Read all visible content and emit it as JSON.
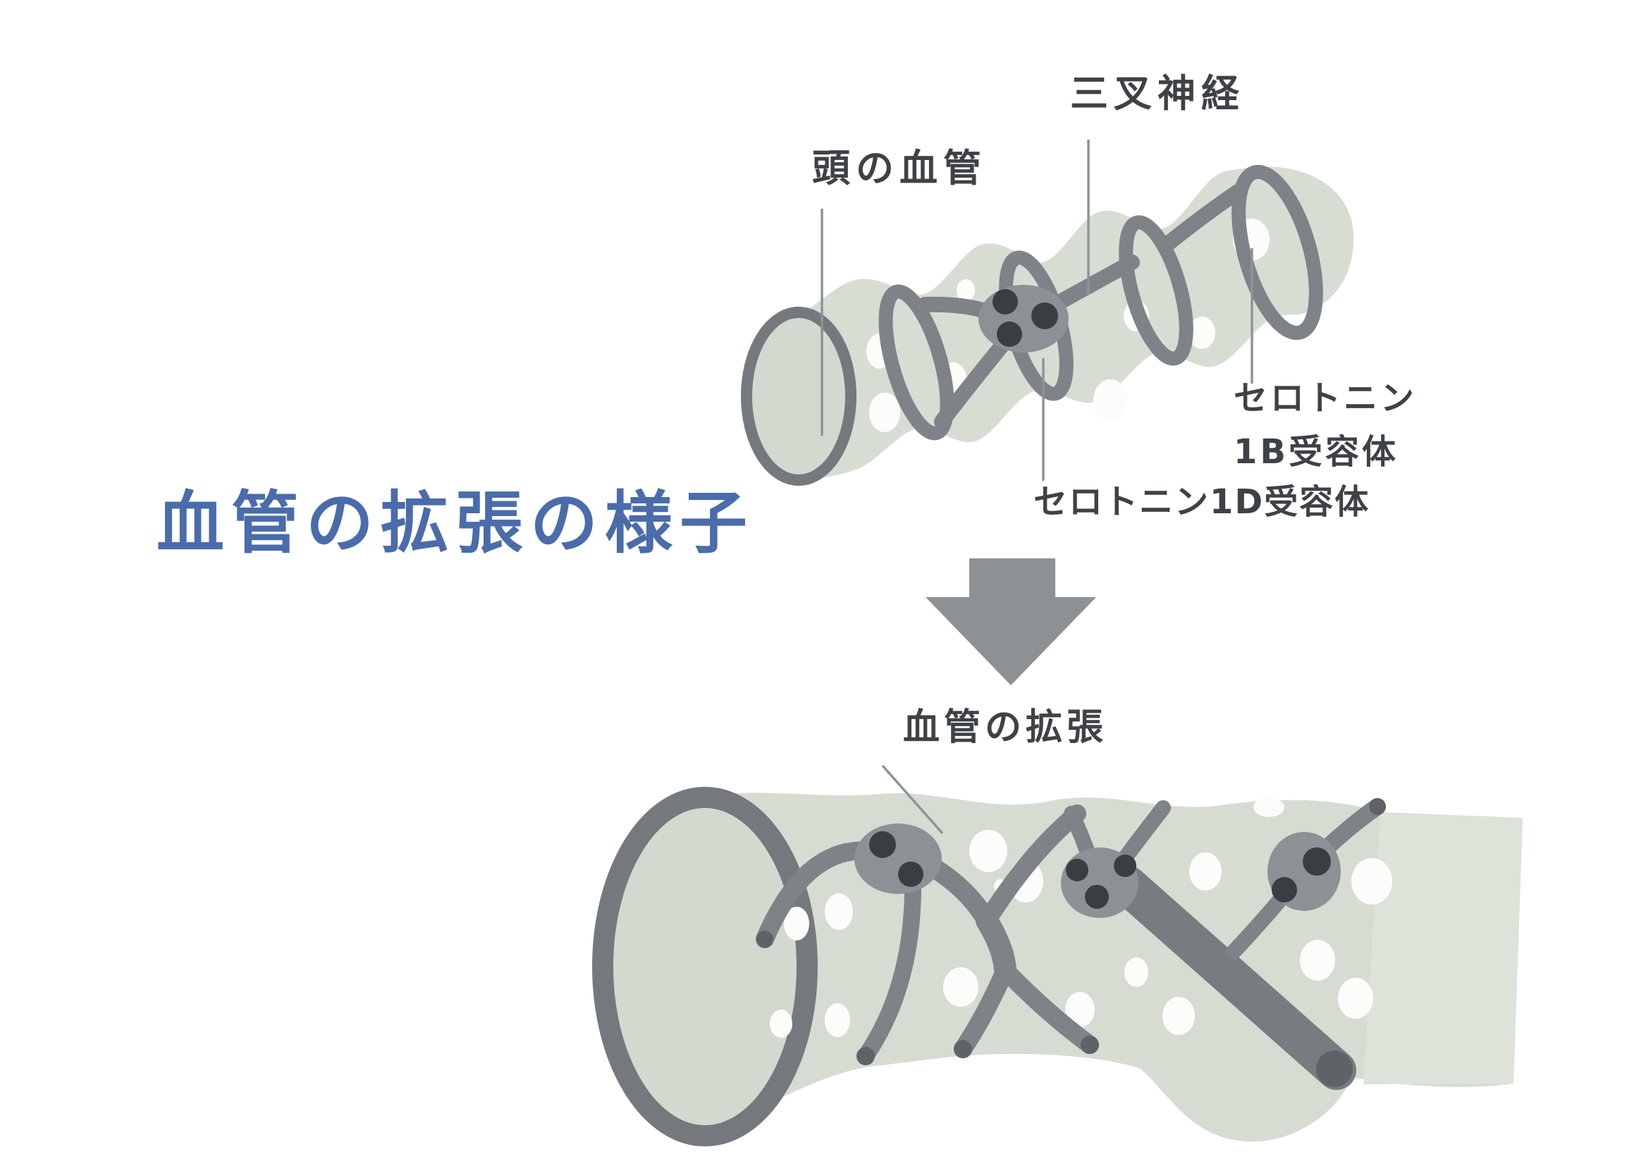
{
  "page": {
    "background": "#ffffff"
  },
  "title": {
    "text": "血管の拡張の様子",
    "color": "#4a6cab"
  },
  "figure_top": {
    "label_vessel": "頭の血管",
    "label_nerve": "三叉神経",
    "label_receptor_1b_line1": "セロトニン",
    "label_receptor_1b_line2": "1B受容体",
    "label_receptor_1d": "セロトニン1D受容体"
  },
  "figure_bottom": {
    "label_dilation": "血管の拡張"
  },
  "palette": {
    "vessel_fill": "#d8ddd4",
    "vessel_fill_light": "#dee3da",
    "vessel_outline": "#75797d",
    "nerve": "#7f8387",
    "nerve_thick": "#787c80",
    "cluster_fill": "#8d9195",
    "receptor_dot": "#3a3e42",
    "white_receptor": "#fcfdfa",
    "label_text": "#3e4247",
    "title_text": "#4a6cab",
    "arrow": "#8d9194",
    "leader_line": "#8f9398"
  }
}
